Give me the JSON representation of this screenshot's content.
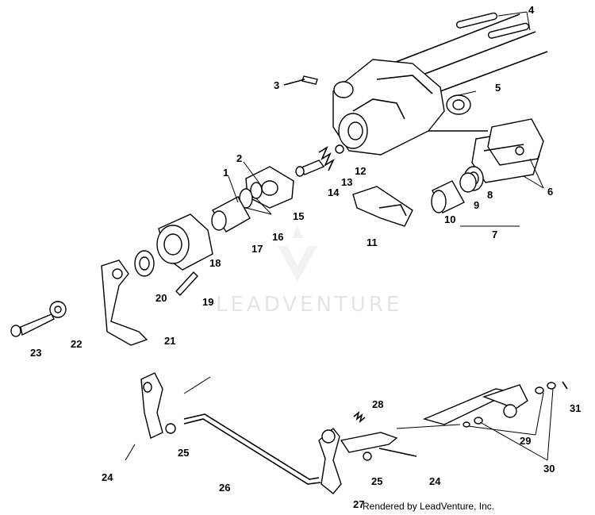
{
  "watermark": "LEADVENTURE",
  "credit": "Rendered by LeadVenture, Inc.",
  "callouts": [
    "1",
    "2",
    "3",
    "4",
    "5",
    "6",
    "7",
    "8",
    "9",
    "10",
    "11",
    "12",
    "13",
    "14",
    "15",
    "16",
    "17",
    "18",
    "19",
    "20",
    "21",
    "22",
    "23",
    "24",
    "24",
    "25",
    "25",
    "26",
    "27",
    "28",
    "29",
    "30",
    "31"
  ]
}
